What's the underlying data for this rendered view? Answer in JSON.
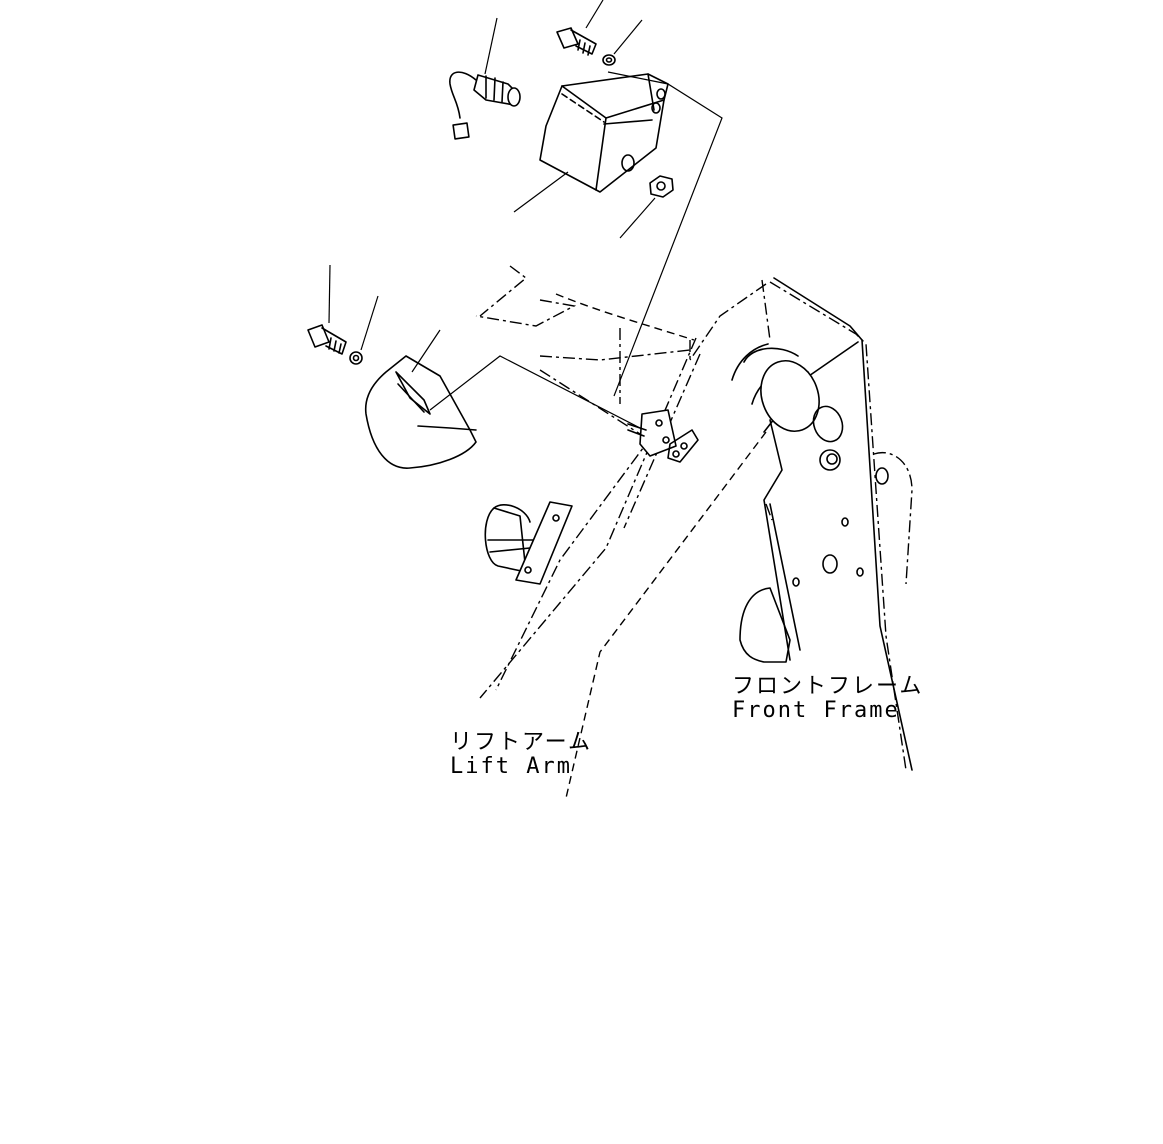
{
  "labels": {
    "front_frame_jp": "フロントフレーム",
    "front_frame_en": "Front Frame",
    "lift_arm_jp": "リフトアーム",
    "lift_arm_en": "Lift Arm"
  },
  "colors": {
    "line": "#000000",
    "background": "#ffffff"
  }
}
